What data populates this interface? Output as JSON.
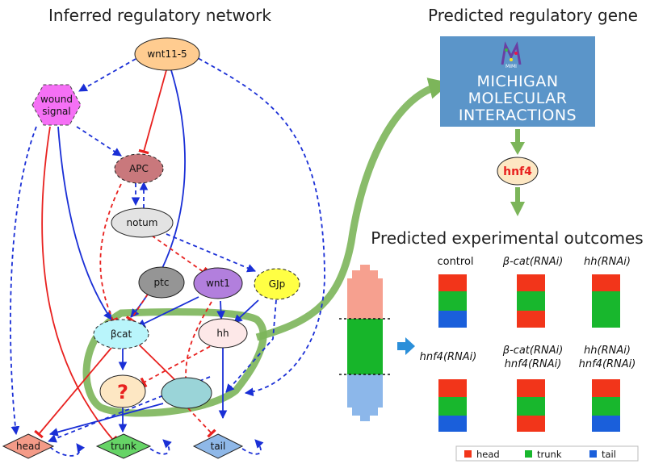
{
  "titles": {
    "network": "Inferred regulatory network",
    "gene": "Predicted regulatory gene",
    "outcomes": "Predicted experimental outcomes"
  },
  "nodes": {
    "wnt11_5": "wnt11-5",
    "wound": "wound",
    "signal": "signal",
    "apc": "APC",
    "notum": "notum",
    "ptc": "ptc",
    "wnt1": "wnt1",
    "gjp": "GJp",
    "bcat": "βcat",
    "hh": "hh",
    "unknown": "?",
    "head": "head",
    "trunk": "trunk",
    "tail": "tail"
  },
  "database": {
    "logo_text": "MIMI",
    "line1": "MICHIGAN",
    "line2": "MOLECULAR",
    "line3": "INTERACTIONS"
  },
  "gene_name": "hnf4",
  "conditions": {
    "control": "control",
    "bcat": "β-cat(RNAi)",
    "hh": "hh(RNAi)",
    "hnf4": "hnf4(RNAi)",
    "bcat_hnf4_l1": "β-cat(RNAi)",
    "bcat_hnf4_l2": "hnf4(RNAi)",
    "hh_hnf4_l1": "hh(RNAi)",
    "hh_hnf4_l2": "hnf4(RNAi)"
  },
  "legend": {
    "head": "head",
    "trunk": "trunk",
    "tail": "tail"
  },
  "colors": {
    "head": "#f2351a",
    "trunk": "#18b72d",
    "tail": "#1a5fdb",
    "activation": "#1a2fd6",
    "inhibition": "#e8211f",
    "highlight": "#7cb55a"
  }
}
